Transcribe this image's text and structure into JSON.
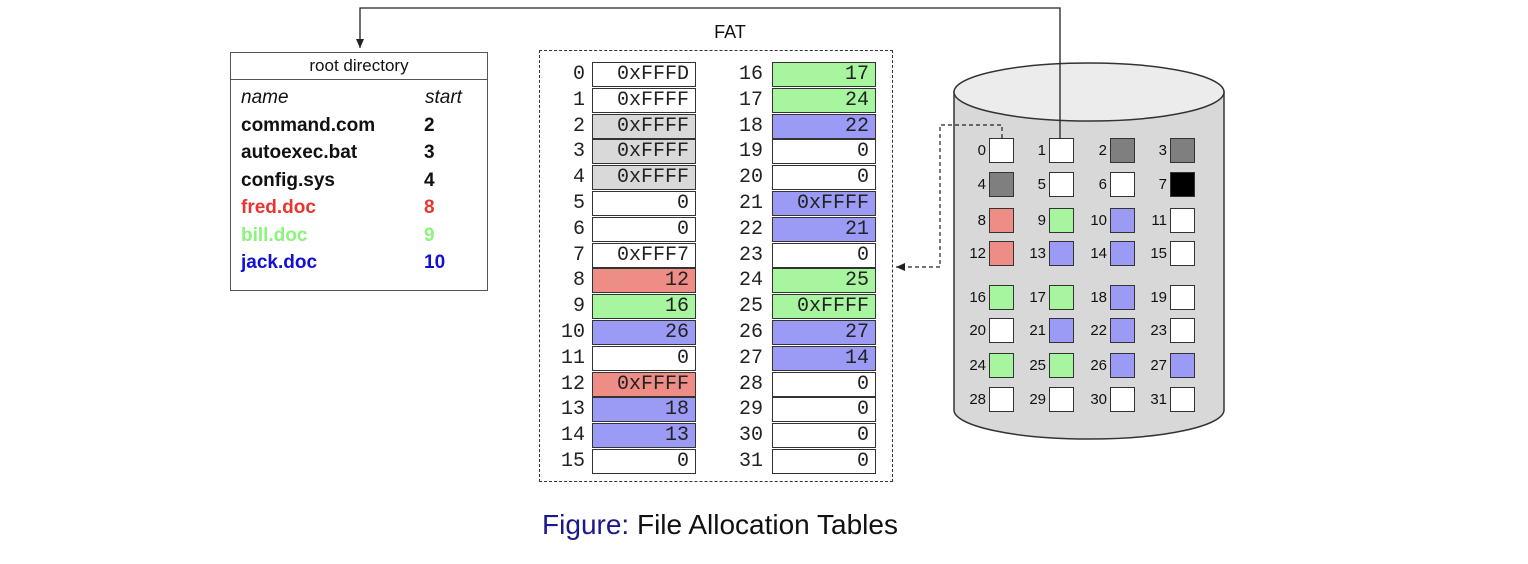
{
  "root_directory": {
    "title": "root directory",
    "col_name": "name",
    "col_start": "start",
    "files": [
      {
        "name": "command.com",
        "start": "2",
        "color": "#111111"
      },
      {
        "name": "autoexec.bat",
        "start": "3",
        "color": "#111111"
      },
      {
        "name": "config.sys",
        "start": "4",
        "color": "#111111"
      },
      {
        "name": "fred.doc",
        "start": "8",
        "color": "#e8362f"
      },
      {
        "name": "bill.doc",
        "start": "9",
        "color": "#8af57a"
      },
      {
        "name": "jack.doc",
        "start": "10",
        "color": "#1010d8"
      }
    ]
  },
  "fat": {
    "title": "FAT",
    "entries": [
      {
        "index": "0",
        "value": "0xFFFD",
        "fill": "white"
      },
      {
        "index": "1",
        "value": "0xFFFF",
        "fill": "white"
      },
      {
        "index": "2",
        "value": "0xFFFF",
        "fill": "gray"
      },
      {
        "index": "3",
        "value": "0xFFFF",
        "fill": "gray"
      },
      {
        "index": "4",
        "value": "0xFFFF",
        "fill": "gray"
      },
      {
        "index": "5",
        "value": "0",
        "fill": "white"
      },
      {
        "index": "6",
        "value": "0",
        "fill": "white"
      },
      {
        "index": "7",
        "value": "0xFFF7",
        "fill": "white"
      },
      {
        "index": "8",
        "value": "12",
        "fill": "red"
      },
      {
        "index": "9",
        "value": "16",
        "fill": "green"
      },
      {
        "index": "10",
        "value": "26",
        "fill": "blue"
      },
      {
        "index": "11",
        "value": "0",
        "fill": "white"
      },
      {
        "index": "12",
        "value": "0xFFFF",
        "fill": "red"
      },
      {
        "index": "13",
        "value": "18",
        "fill": "blue"
      },
      {
        "index": "14",
        "value": "13",
        "fill": "blue"
      },
      {
        "index": "15",
        "value": "0",
        "fill": "white"
      },
      {
        "index": "16",
        "value": "17",
        "fill": "green"
      },
      {
        "index": "17",
        "value": "24",
        "fill": "green"
      },
      {
        "index": "18",
        "value": "22",
        "fill": "blue"
      },
      {
        "index": "19",
        "value": "0",
        "fill": "white"
      },
      {
        "index": "20",
        "value": "0",
        "fill": "white"
      },
      {
        "index": "21",
        "value": "0xFFFF",
        "fill": "blue"
      },
      {
        "index": "22",
        "value": "21",
        "fill": "blue"
      },
      {
        "index": "23",
        "value": "0",
        "fill": "white"
      },
      {
        "index": "24",
        "value": "25",
        "fill": "green"
      },
      {
        "index": "25",
        "value": "0xFFFF",
        "fill": "green"
      },
      {
        "index": "26",
        "value": "27",
        "fill": "blue"
      },
      {
        "index": "27",
        "value": "14",
        "fill": "blue"
      },
      {
        "index": "28",
        "value": "0",
        "fill": "white"
      },
      {
        "index": "29",
        "value": "0",
        "fill": "white"
      },
      {
        "index": "30",
        "value": "0",
        "fill": "white"
      },
      {
        "index": "31",
        "value": "0",
        "fill": "white"
      }
    ]
  },
  "disk": {
    "blocks": [
      {
        "n": "0",
        "fill": "white"
      },
      {
        "n": "1",
        "fill": "white"
      },
      {
        "n": "2",
        "fill": "darkgray"
      },
      {
        "n": "3",
        "fill": "darkgray"
      },
      {
        "n": "4",
        "fill": "darkgray"
      },
      {
        "n": "5",
        "fill": "white"
      },
      {
        "n": "6",
        "fill": "white"
      },
      {
        "n": "7",
        "fill": "black"
      },
      {
        "n": "8",
        "fill": "red"
      },
      {
        "n": "9",
        "fill": "green"
      },
      {
        "n": "10",
        "fill": "blue"
      },
      {
        "n": "11",
        "fill": "white"
      },
      {
        "n": "12",
        "fill": "red"
      },
      {
        "n": "13",
        "fill": "blue"
      },
      {
        "n": "14",
        "fill": "blue"
      },
      {
        "n": "15",
        "fill": "white"
      },
      {
        "n": "16",
        "fill": "green"
      },
      {
        "n": "17",
        "fill": "green"
      },
      {
        "n": "18",
        "fill": "blue"
      },
      {
        "n": "19",
        "fill": "white"
      },
      {
        "n": "20",
        "fill": "white"
      },
      {
        "n": "21",
        "fill": "blue"
      },
      {
        "n": "22",
        "fill": "blue"
      },
      {
        "n": "23",
        "fill": "white"
      },
      {
        "n": "24",
        "fill": "green"
      },
      {
        "n": "25",
        "fill": "green"
      },
      {
        "n": "26",
        "fill": "blue"
      },
      {
        "n": "27",
        "fill": "blue"
      },
      {
        "n": "28",
        "fill": "white"
      },
      {
        "n": "29",
        "fill": "white"
      },
      {
        "n": "30",
        "fill": "white"
      },
      {
        "n": "31",
        "fill": "white"
      }
    ]
  },
  "colors": {
    "white": "#ffffff",
    "gray": "#d9d9d9",
    "darkgray": "#7f7f7f",
    "black": "#000000",
    "red": "#ee8c86",
    "green": "#a8f5a0",
    "blue": "#9b9bf5",
    "disk_body": "#d8d8d8",
    "disk_top": "#ececec"
  },
  "caption": {
    "label": "Figure:",
    "text": "File Allocation Tables"
  }
}
